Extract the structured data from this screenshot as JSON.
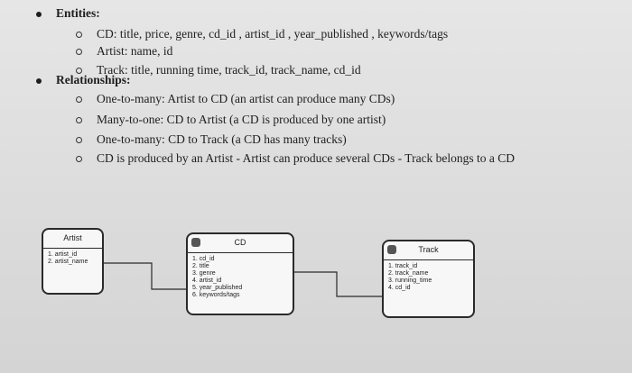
{
  "notes": {
    "entities_heading": "Entities:",
    "entities": [
      "CD: title, price, genre, cd_id , artist_id , year_published , keywords/tags",
      "Artist: name, id",
      "Track: title, running time, track_id, track_name, cd_id"
    ],
    "relationships_heading": "Relationships:",
    "relationships": [
      "One-to-many: Artist to CD (an artist can produce many CDs)",
      "Many-to-one: CD to Artist (a CD is produced by one artist)",
      "One-to-many: CD to Track (a CD has many tracks)",
      "CD is produced by an Artist - Artist can produce several CDs - Track belongs to a CD"
    ]
  },
  "diagram": {
    "artist": {
      "title": "Artist",
      "fields": [
        "1. artist_id",
        "2. artist_name"
      ]
    },
    "cd": {
      "title": "CD",
      "fields": [
        "1. cd_id",
        "2. title",
        "3. genre",
        "4. artist_id",
        "5. year_published",
        "6. keywords/tags"
      ]
    },
    "track": {
      "title": "Track",
      "fields": [
        "1. track_id",
        "2. track_name",
        "3. running_time",
        "4. cd_id"
      ]
    }
  }
}
